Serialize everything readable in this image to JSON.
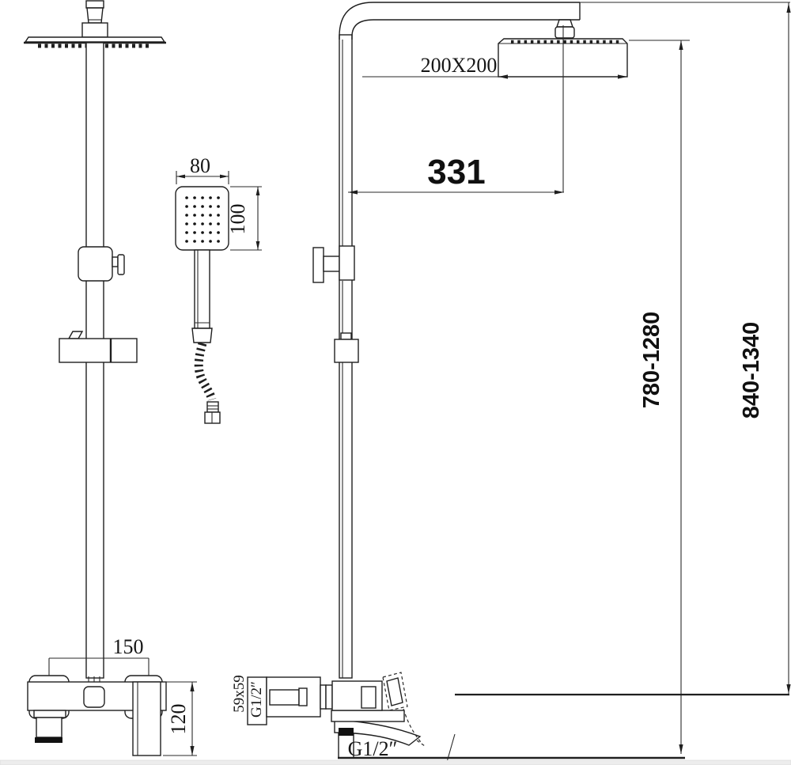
{
  "colors": {
    "ink": "#1f1f1f",
    "background": "#ffffff",
    "footer_strip": "#ededed"
  },
  "labels": {
    "hand_shower_width": "80",
    "hand_shower_height": "100",
    "rain_head_size": "200X200",
    "arm_projection": "331",
    "riser_height_range": "780-1280",
    "overall_height_range": "840-1340",
    "mixer_width": "150",
    "mixer_handle_height": "120",
    "escutcheon_size": "59x59",
    "wall_thread": "G1/2″",
    "inlet_thread": "G1/2″"
  }
}
